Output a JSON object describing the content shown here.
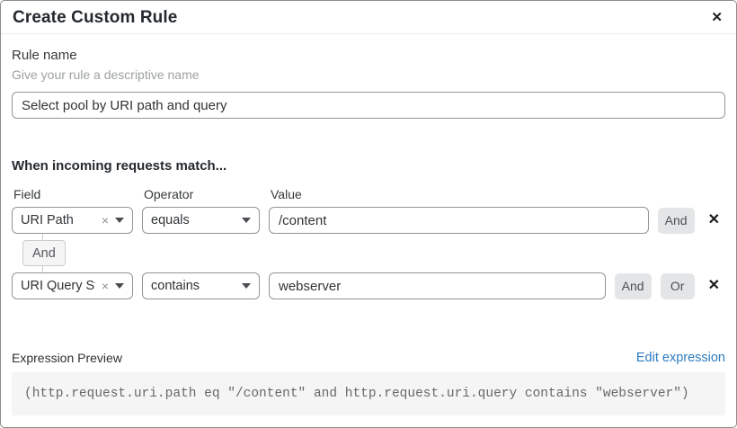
{
  "dialog": {
    "title": "Create Custom Rule"
  },
  "icons": {
    "close": "✕",
    "clear": "×",
    "delete": "✕"
  },
  "rule_name": {
    "label": "Rule name",
    "helper": "Give your rule a descriptive name",
    "value": "Select pool by URI path and query"
  },
  "match_section": {
    "heading": "When incoming requests match...",
    "columns": {
      "field": "Field",
      "operator": "Operator",
      "value": "Value"
    },
    "rows": [
      {
        "field": "URI Path",
        "operator": "equals",
        "value": "/content",
        "buttons": [
          "And"
        ]
      },
      {
        "field": "URI Query St...",
        "operator": "contains",
        "value": "webserver",
        "buttons": [
          "And",
          "Or"
        ]
      }
    ],
    "connector": "And"
  },
  "expression_preview": {
    "label": "Expression Preview",
    "edit_link": "Edit expression",
    "expression": "(http.request.uri.path eq \"/content\" and http.request.uri.query contains \"webserver\")"
  },
  "colors": {
    "link_blue": "#2c7bbf",
    "button_gray": "#e4e5e6",
    "code_bg": "#f5f5f6",
    "border_gray": "#949494"
  }
}
